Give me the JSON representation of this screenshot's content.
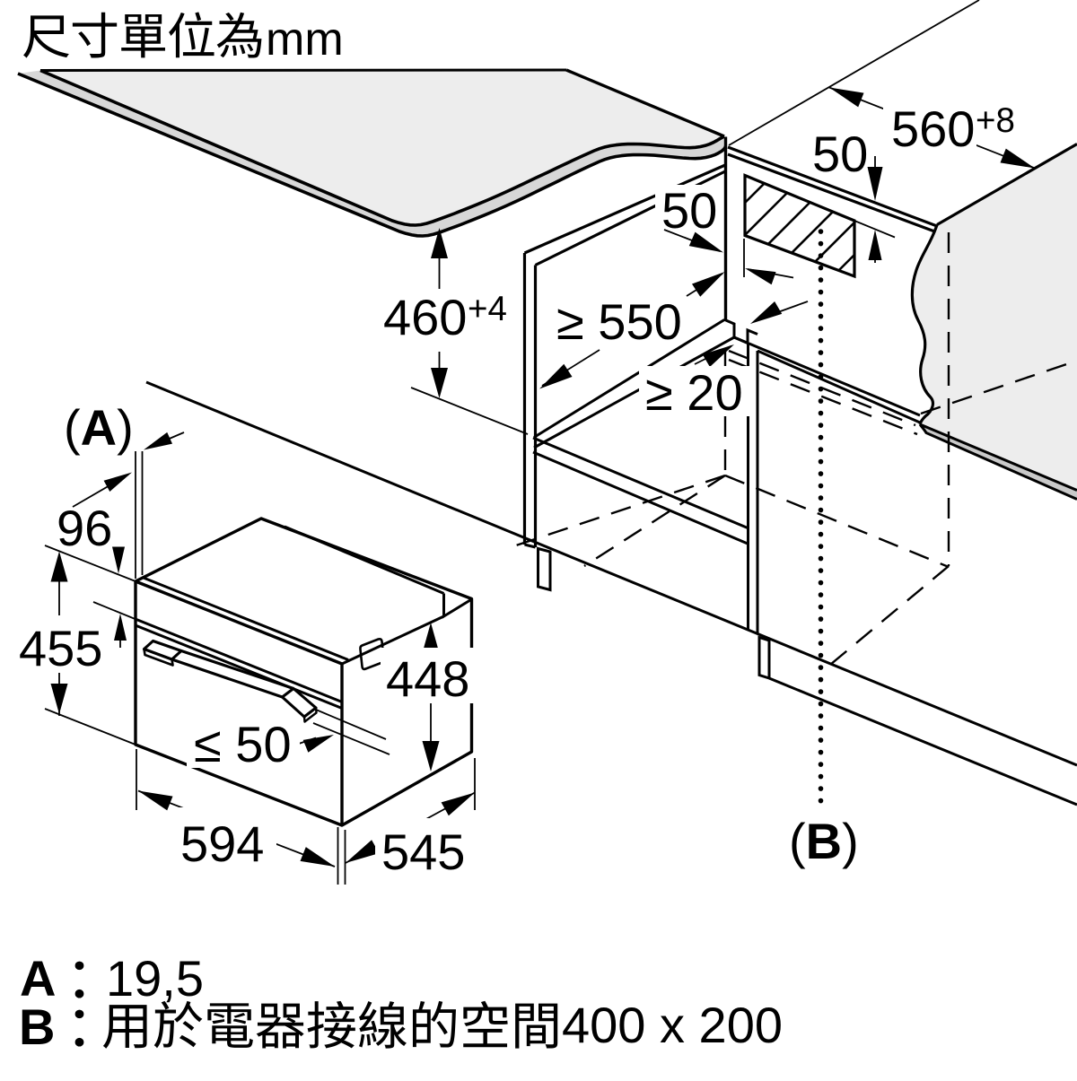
{
  "header": {
    "units_prefix": "尺寸單位為",
    "units_suffix": "mm",
    "full_text": "尺寸單位為mm"
  },
  "dimensions": {
    "niche_height": "460",
    "niche_height_tol": "+4",
    "niche_depth": "≥ 550",
    "niche_width": "560",
    "niche_width_tol": "+8",
    "vent_offset": "50",
    "vent_height": "50",
    "rear_gap": "≥ 20",
    "panel_height": "96",
    "oven_height": "455",
    "body_height": "448",
    "handle_depth": "≤ 50",
    "oven_width": "594",
    "body_depth": "545"
  },
  "labels": {
    "a_marker": "A",
    "b_marker": "B",
    "paren_open": "(",
    "paren_close": ")"
  },
  "legend": {
    "a_key": "A",
    "colon": "：",
    "a_value": "19,5",
    "b_key": "B",
    "b_value_cjk": "用於電器接線的空間",
    "b_value_dims": "400 x 200",
    "b_full_text": "B：用於電器接線的空間400 x 200",
    "a_full_text": "A：19,5"
  },
  "colors": {
    "line": "#000000",
    "background": "#ffffff",
    "surface_gray": "#ededed",
    "edge_band_gray": "#d7d7d7",
    "panel_band_gray": "#c9c9c9"
  }
}
